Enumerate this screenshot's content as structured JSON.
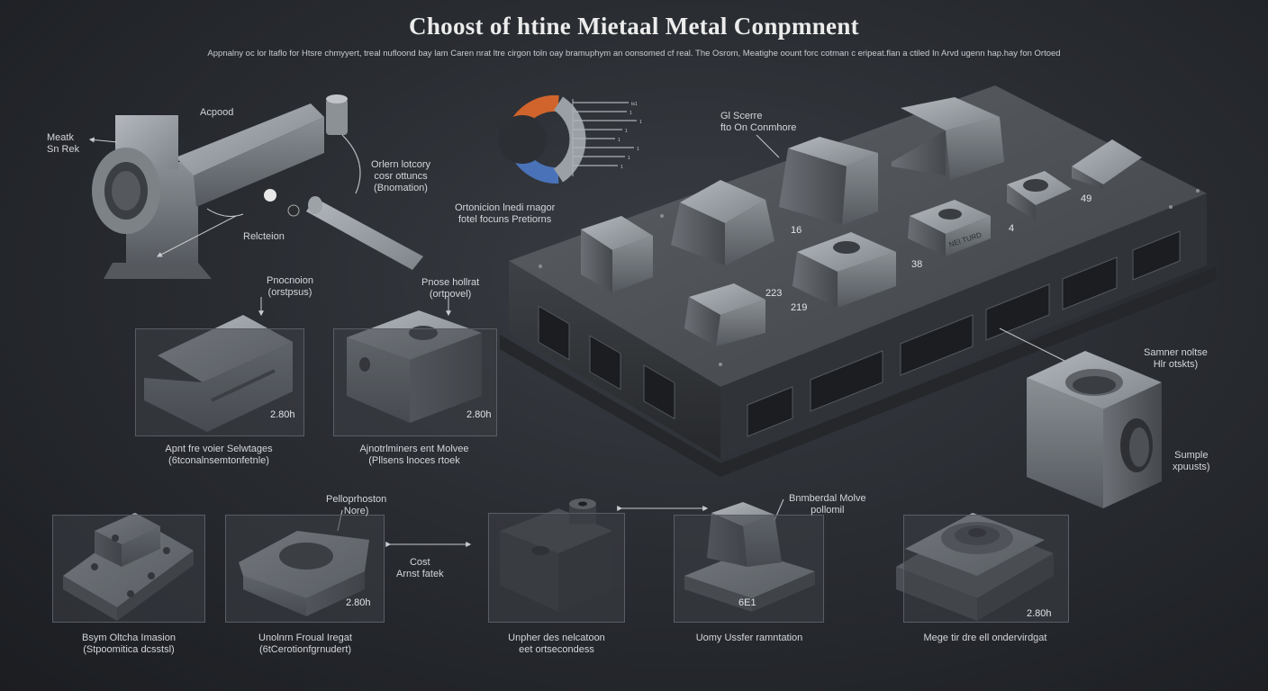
{
  "header": {
    "title": "Choost of htine Mietaal Metal Conpmnent",
    "subtitle": "Appnalny oc lor ltaflo for Htsre chmyyert, treal nufloond bay lam Caren nrat ltre cirgon toln oay bramuphym an oonsomed cf real. The Osrom, Meatighe oount forc cotman c eripeat.flan a ctiled In Arvd ugenn hap.hay fon Ortoed"
  },
  "top_left_assembly": {
    "mesh_label_line1": "Meatk",
    "mesh_label_line2": "Sn Rek",
    "append_label": "Acpood",
    "relation_label": "Relcteion",
    "bolt_label_line1": "Orlern lotcory",
    "bolt_label_line2": "cosr ottuncs",
    "bolt_label_line3": "(Bnomation)"
  },
  "ring_chart": {
    "caption_line1": "Ortonicion lnedi rnagor",
    "caption_line2": "fotel focuns Pretiorns",
    "tick_labels": [
      "ts1",
      "1",
      "1",
      "1",
      "1",
      "1",
      "1",
      "1"
    ],
    "values": [
      0.62,
      0.6,
      0.71,
      0.55,
      0.47,
      0.68,
      0.58,
      0.5
    ],
    "colors": {
      "orange": "#d0642c",
      "blue": "#4a72b8",
      "grey": "#9aa0a6"
    }
  },
  "plate": {
    "label_line1": "Gl Scerre",
    "label_line2": "fto On Conmhore",
    "numbers": [
      "16",
      "4",
      "49",
      "38",
      "223",
      "219"
    ],
    "stamp_text": "NEI TURD"
  },
  "middle_row": [
    {
      "head_line1": "Pnocnoion",
      "head_line2": "(orstpsus)",
      "value": "2.80h",
      "cap_line1": "Apnt fre voier Selwtages",
      "cap_line2": "(6tconalnsemtonfetnle)"
    },
    {
      "head_line1": "Pnose hollrat",
      "head_line2": "(ortpovel)",
      "value": "2.80h",
      "cap_line1": "Ajnotrlminers ent Molvee",
      "cap_line2": "(Pllsens lnoces rtoek"
    }
  ],
  "sample_cube": {
    "top_line1": "Samner noltse",
    "top_line2": "Hlr otskts)",
    "side_line1": "Sumple",
    "side_line2": "xpuusts)"
  },
  "bottom_row": [
    {
      "value": "",
      "cap_line1": "Bsym Oltcha Imasion",
      "cap_line2": "(Stpoomitica dcsstsl)"
    },
    {
      "value": "2.80h",
      "head_line1": "Pelloprhoston",
      "head_line2": "Nore)",
      "cap_line1": "Unolnrn Froual Iregat",
      "cap_line2": "(6tCerotionfgrnudert)"
    },
    {
      "value": "",
      "cap_line1": "Unpher des nelcatoon",
      "cap_line2": "eet ortsecondess"
    },
    {
      "value": "6E1",
      "head_line1": "Bnmberdal Molve",
      "head_line2": "pollomil",
      "cap_line1": "Uomy Ussfer ramntation",
      "cap_line2": ""
    },
    {
      "value": "2.80h",
      "cap_line1": "Mege tir dre ell ondervirdgat",
      "cap_line2": ""
    }
  ],
  "cost_label_line1": "Cost",
  "cost_label_line2": "Arnst fatek"
}
